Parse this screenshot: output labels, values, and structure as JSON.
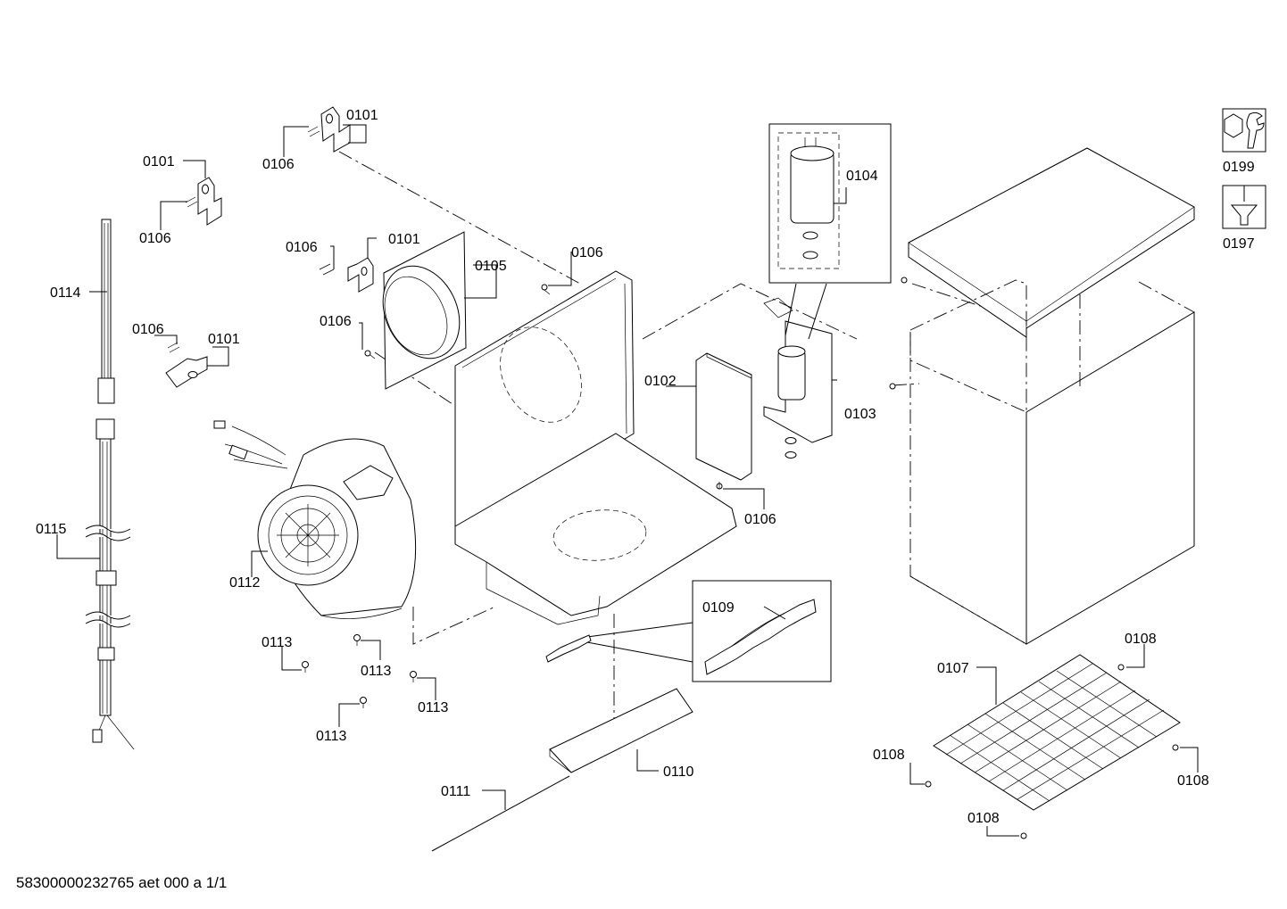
{
  "footer": {
    "code": "58300000232765 aet 000 a 1/1"
  },
  "labels": {
    "l_0101_a": "0101",
    "l_0106_a": "0106",
    "l_0101_b": "0101",
    "l_0106_b": "0106",
    "l_0114": "0114",
    "l_0106_c": "0106",
    "l_0101_c": "0101",
    "l_0115": "0115",
    "l_0106_d": "0106",
    "l_0101_d": "0101",
    "l_0105": "0105",
    "l_0106_e": "0106",
    "l_0106_f": "0106",
    "l_0112": "0112",
    "l_0113_a": "0113",
    "l_0113_b": "0113",
    "l_0113_c": "0113",
    "l_0113_d": "0113",
    "l_0104": "0104",
    "l_0102": "0102",
    "l_0103": "0103",
    "l_0106_g": "0106",
    "l_0109": "0109",
    "l_0110": "0110",
    "l_0111": "0111",
    "l_0107": "0107",
    "l_0108_a": "0108",
    "l_0108_b": "0108",
    "l_0108_c": "0108",
    "l_0108_d": "0108",
    "l_0199": "0199",
    "l_0197": "0197"
  },
  "icons": {
    "tool_0199": "wrench-nut-icon",
    "tool_0197": "screwdriver-icon"
  }
}
